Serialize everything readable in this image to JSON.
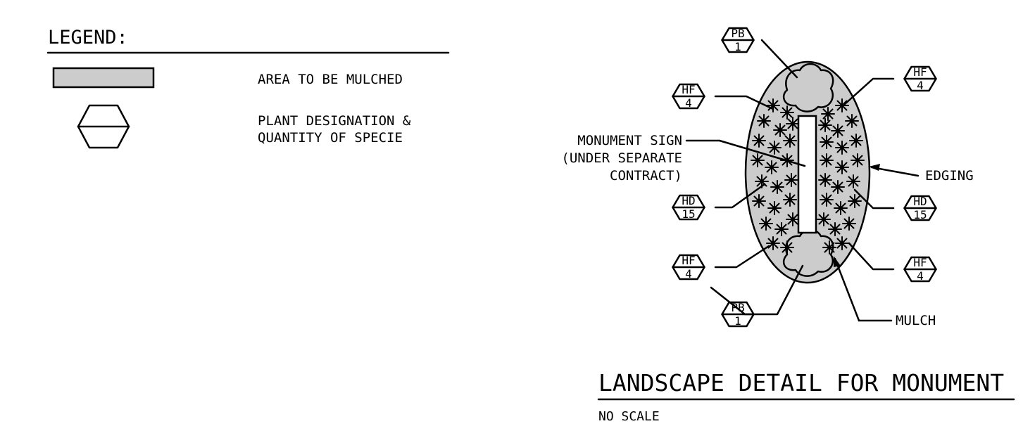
{
  "legend": {
    "title": "LEGEND:",
    "mulch_label": "AREA TO BE MULCHED",
    "plant_label_line1": "PLANT DESIGNATION &",
    "plant_label_line2": "QUANTITY OF SPECIE"
  },
  "detail": {
    "title": "LANDSCAPE DETAIL FOR MONUMENT",
    "subtitle": "NO SCALE",
    "sign_label_line1": "MONUMENT SIGN",
    "sign_label_line2": "(UNDER SEPARATE",
    "sign_label_line3": "CONTRACT)",
    "edging_label": "EDGING",
    "mulch_label": "MULCH"
  },
  "plants": [
    {
      "code": "PB",
      "qty": "1"
    },
    {
      "code": "HF",
      "qty": "4"
    },
    {
      "code": "HD",
      "qty": "15"
    },
    {
      "code": "HF",
      "qty": "4"
    },
    {
      "code": "PB",
      "qty": "1"
    },
    {
      "code": "HF",
      "qty": "4"
    },
    {
      "code": "HD",
      "qty": "15"
    },
    {
      "code": "HF",
      "qty": "4"
    }
  ],
  "colors": {
    "mulch_fill": "#cccccc",
    "line": "#000000",
    "background": "#ffffff"
  }
}
